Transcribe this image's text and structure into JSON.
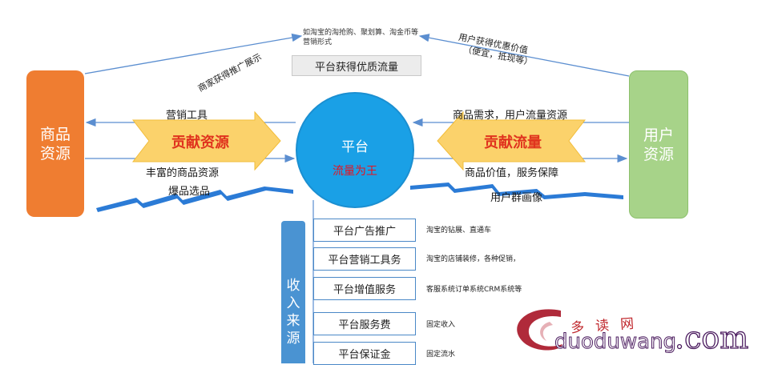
{
  "merchant": {
    "label": "商品\n资源"
  },
  "user": {
    "label": "用户\n资源"
  },
  "platform": {
    "title": "平台",
    "subtitle": "流量为王"
  },
  "left_flow": {
    "arrow_label": "贡献资源",
    "marketing_tools": "营销工具",
    "rich_goods": "丰富的商品资源",
    "hot_goods": "爆品选品"
  },
  "right_flow": {
    "arrow_label": "贡献流量",
    "demand": "商品需求，用户流量资源",
    "value": "商品价值，服务保障",
    "profile": "用户群画像"
  },
  "top": {
    "taobao_note": "如淘宝的淘抢购、聚划算、淘金币等营销形式",
    "gain_traffic": "平台获得优质流量",
    "merchant_promo": "商家获得推广展示",
    "user_benefit_line1": "用户获得优惠价值",
    "user_benefit_line2": "（便宜，抵现等）"
  },
  "income": {
    "label": "收\n入\n来\n源",
    "items": [
      {
        "name": "平台广告推广",
        "desc": "淘宝的钻展、直通车"
      },
      {
        "name": "平台营销工具务",
        "desc": "淘宝的店铺装修，各种促销，"
      },
      {
        "name": "平台增值服务",
        "desc": "客服系统订单系统CRM系统等"
      },
      {
        "name": "平台服务费",
        "desc": "固定收入"
      },
      {
        "name": "平台保证金",
        "desc": "固定流水"
      }
    ]
  },
  "watermark": {
    "cn": "多读网",
    "url": "duoduwang",
    "com": ".com"
  },
  "colors": {
    "merchant": "#ef7d31",
    "user": "#a7d389",
    "platform": "#1aa0e6",
    "arrow_fill": "#fbd26b",
    "arrow_text": "#e0331e",
    "income": "#4a93d2",
    "line": "#5b8ed0"
  }
}
